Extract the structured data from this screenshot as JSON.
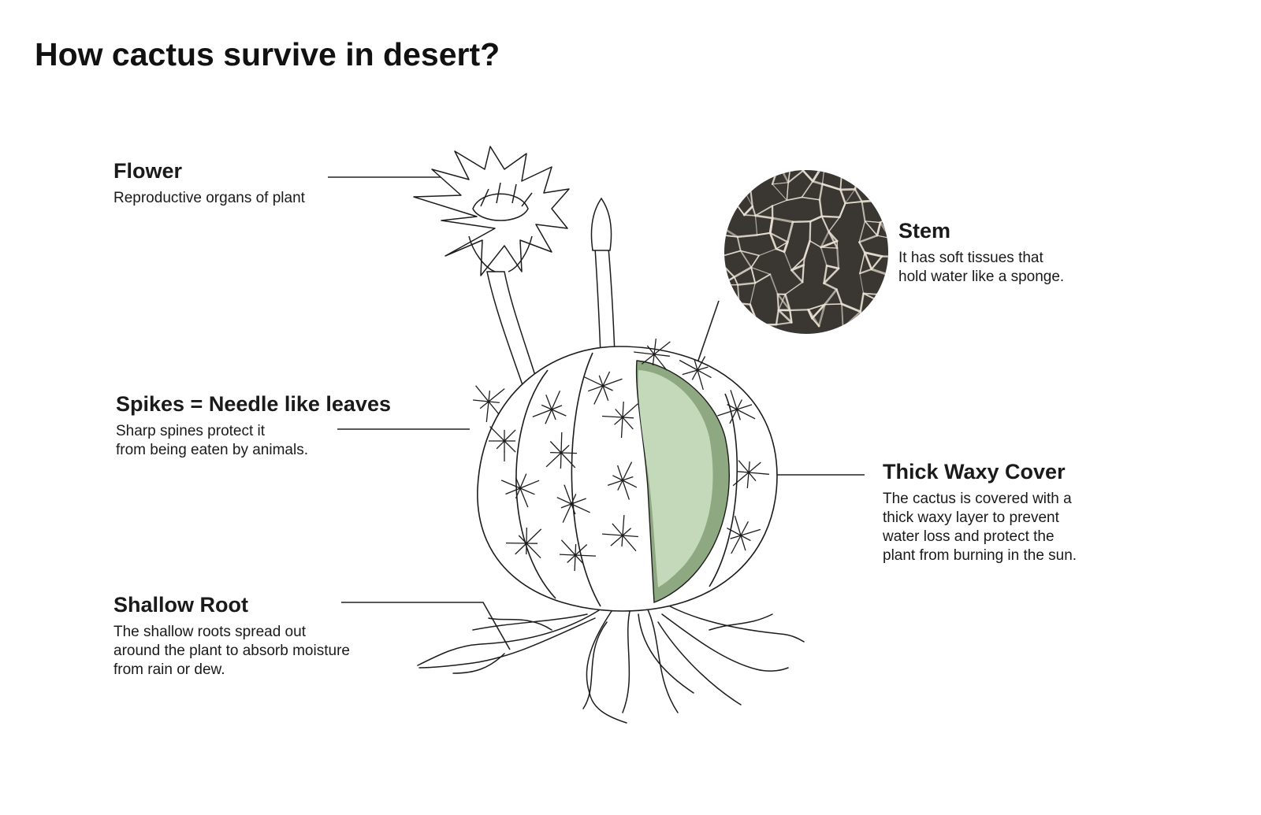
{
  "title": "How cactus survive in desert?",
  "labels": {
    "flower": {
      "heading": "Flower",
      "desc": "Reproductive organs of plant"
    },
    "spikes": {
      "heading": "Spikes = Needle like leaves",
      "desc": "Sharp spines protect it\nfrom being eaten by animals."
    },
    "root": {
      "heading": "Shallow Root",
      "desc": "The shallow roots spread out\naround the plant to absorb moisture\nfrom rain or dew."
    },
    "stem": {
      "heading": "Stem",
      "desc": "It has soft tissues that\nhold water like a sponge."
    },
    "waxy": {
      "heading": "Thick Waxy Cover",
      "desc": "The cactus is covered with a\nthick waxy layer to prevent\nwater loss and protect the\nplant from burning in the sun."
    }
  },
  "colors": {
    "cut_fill": "#c3d9b9",
    "cut_rim": "#8ea882",
    "tissue_bg": "#3a3632",
    "tissue_vein": "#e8e0d3"
  }
}
